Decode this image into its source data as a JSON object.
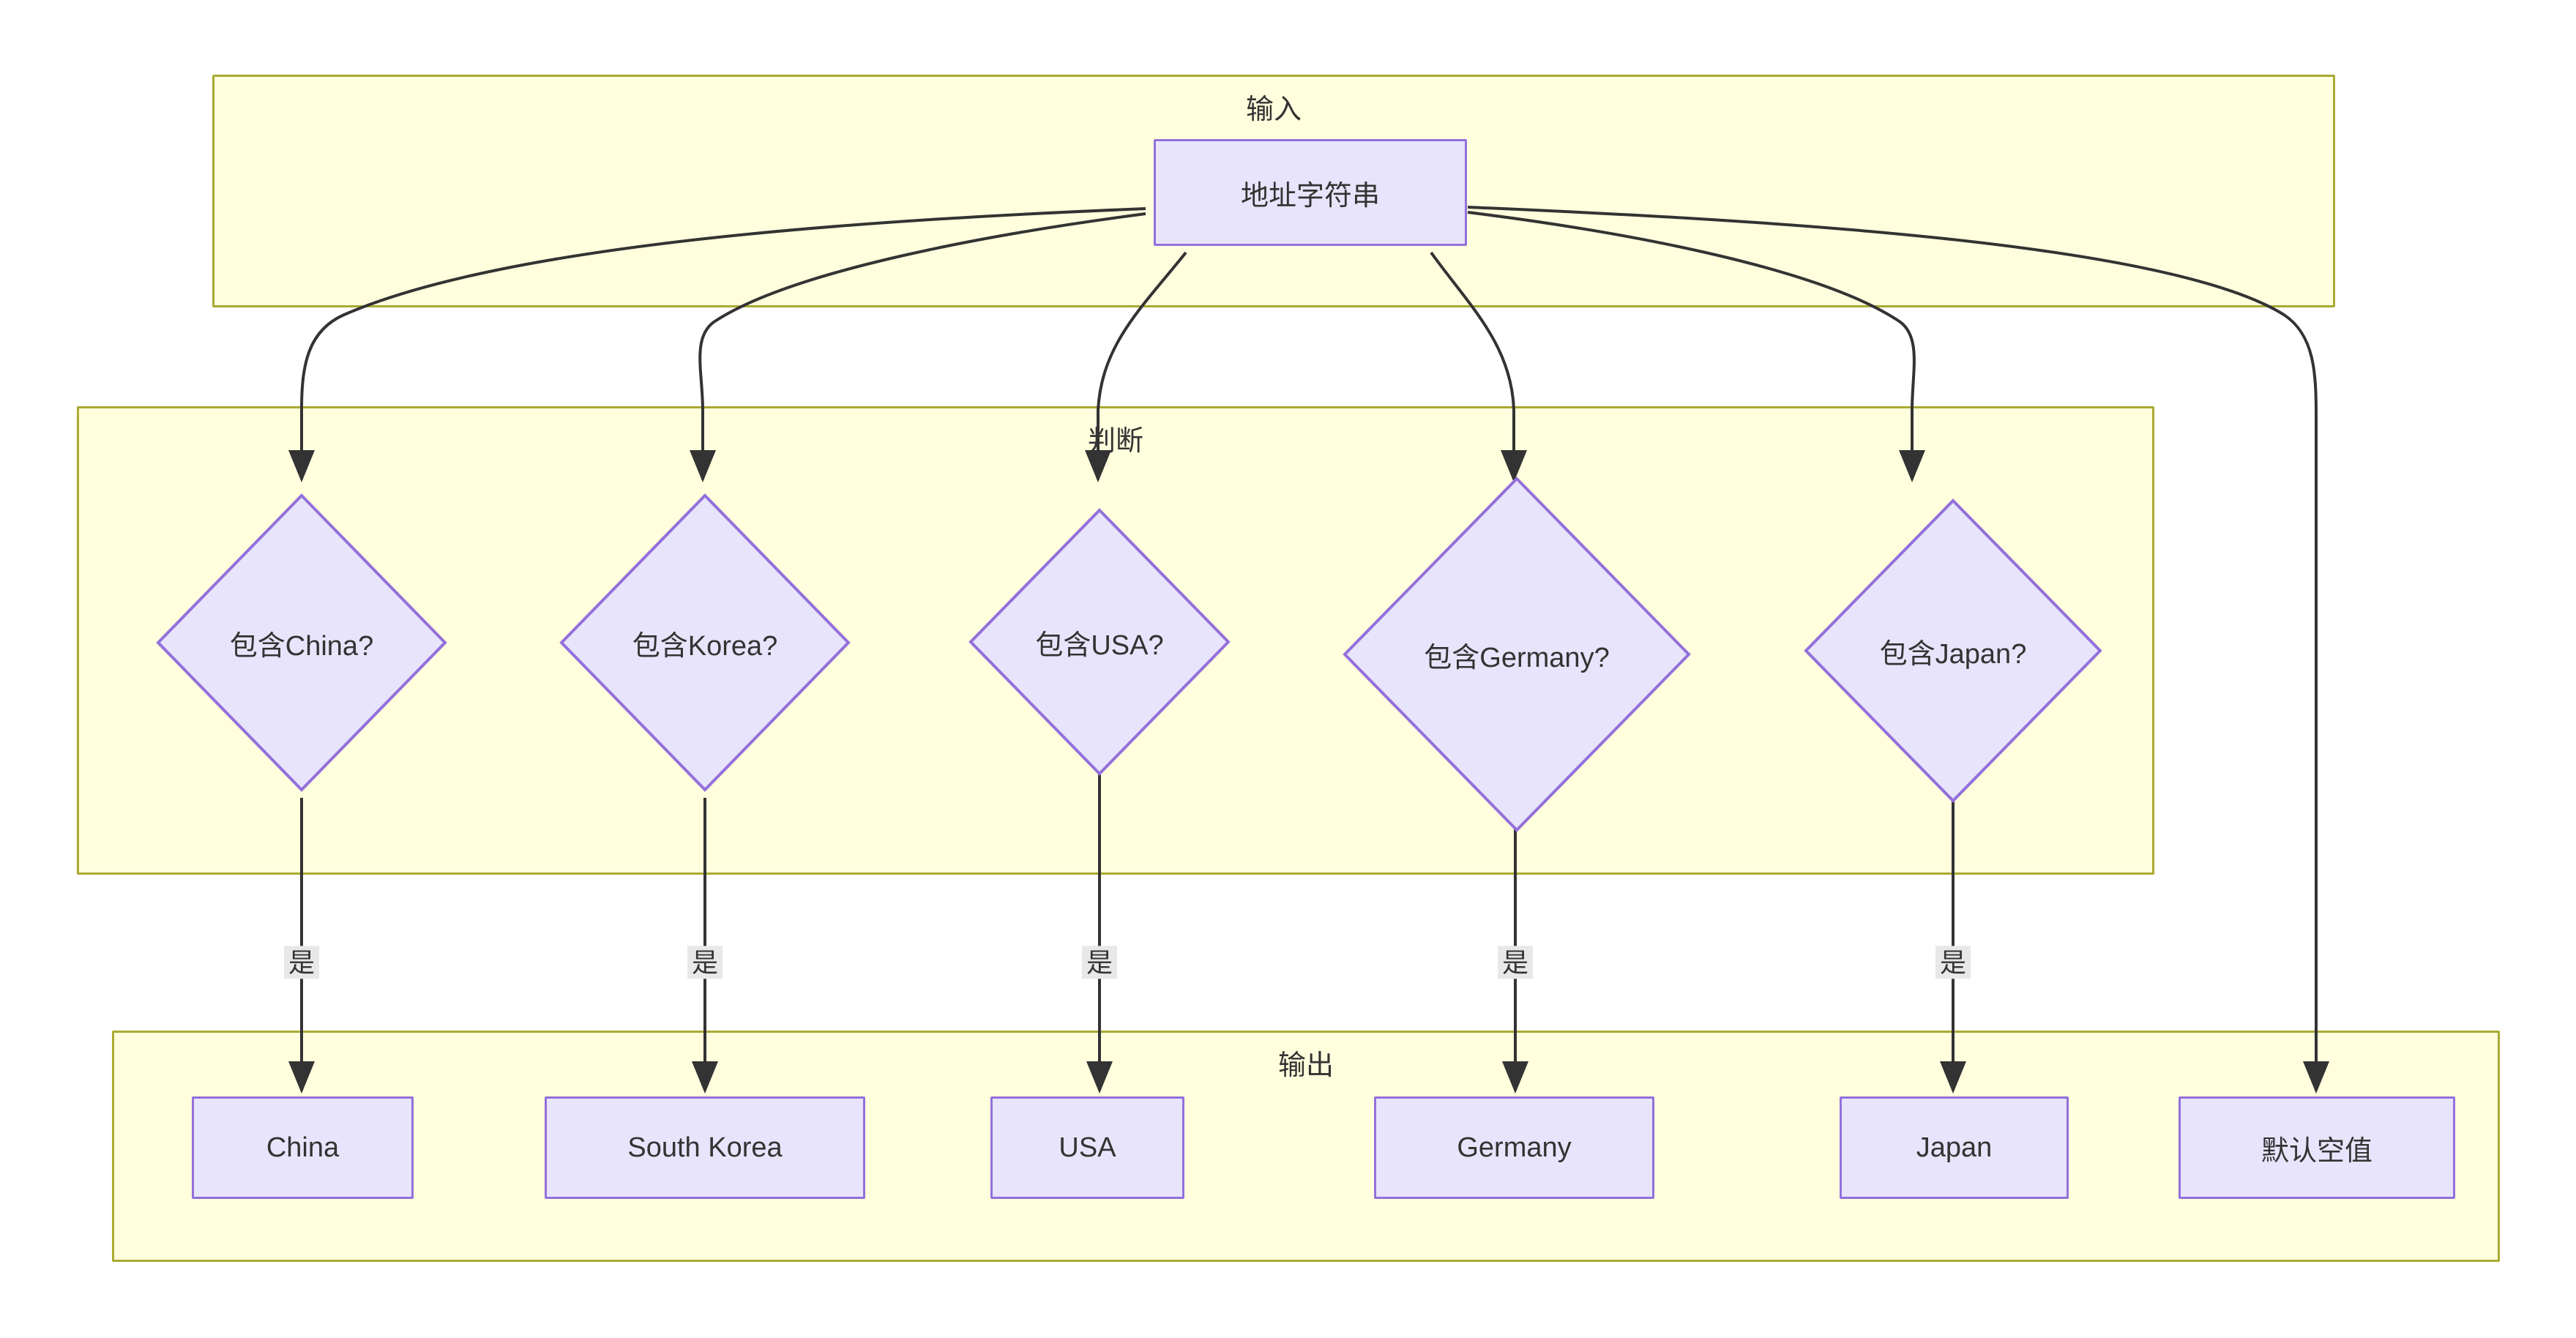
{
  "diagram": {
    "type": "flowchart",
    "direction": "top-down",
    "title": "",
    "theme": {
      "cluster_fill": "#ffffde",
      "cluster_stroke": "#aaaa33",
      "node_fill": "#e8e4fb",
      "node_stroke": "#9370db",
      "edge_stroke": "#333333",
      "text_color": "#333333",
      "edge_label_bg": "#e8e8e8",
      "canvas_bg": "#ffffff"
    }
  },
  "clusters": [
    {
      "id": "input",
      "label": "输入"
    },
    {
      "id": "decision",
      "label": "判断"
    },
    {
      "id": "output",
      "label": "输出"
    }
  ],
  "nodes": {
    "input": [
      {
        "id": "addr",
        "label": "地址字符串",
        "shape": "rect"
      }
    ],
    "decisions": [
      {
        "id": "d-china",
        "label": "包含China?",
        "shape": "diamond"
      },
      {
        "id": "d-korea",
        "label": "包含Korea?",
        "shape": "diamond"
      },
      {
        "id": "d-usa",
        "label": "包含USA?",
        "shape": "diamond"
      },
      {
        "id": "d-germany",
        "label": "包含Germany?",
        "shape": "diamond"
      },
      {
        "id": "d-japan",
        "label": "包含Japan?",
        "shape": "diamond"
      }
    ],
    "outputs": [
      {
        "id": "o-china",
        "label": "China",
        "shape": "rect"
      },
      {
        "id": "o-korea",
        "label": "South Korea",
        "shape": "rect"
      },
      {
        "id": "o-usa",
        "label": "USA",
        "shape": "rect"
      },
      {
        "id": "o-germany",
        "label": "Germany",
        "shape": "rect"
      },
      {
        "id": "o-japan",
        "label": "Japan",
        "shape": "rect"
      },
      {
        "id": "o-default",
        "label": "默认空值",
        "shape": "rect"
      }
    ]
  },
  "edges": [
    {
      "from": "addr",
      "to": "d-china",
      "label": ""
    },
    {
      "from": "addr",
      "to": "d-korea",
      "label": ""
    },
    {
      "from": "addr",
      "to": "d-usa",
      "label": ""
    },
    {
      "from": "addr",
      "to": "d-germany",
      "label": ""
    },
    {
      "from": "addr",
      "to": "d-japan",
      "label": ""
    },
    {
      "from": "addr",
      "to": "o-default",
      "label": ""
    },
    {
      "from": "d-china",
      "to": "o-china",
      "label": "是"
    },
    {
      "from": "d-korea",
      "to": "o-korea",
      "label": "是"
    },
    {
      "from": "d-usa",
      "to": "o-usa",
      "label": "是"
    },
    {
      "from": "d-germany",
      "to": "o-germany",
      "label": "是"
    },
    {
      "from": "d-japan",
      "to": "o-japan",
      "label": "是"
    }
  ],
  "edge_labels": {
    "yes": "是"
  }
}
